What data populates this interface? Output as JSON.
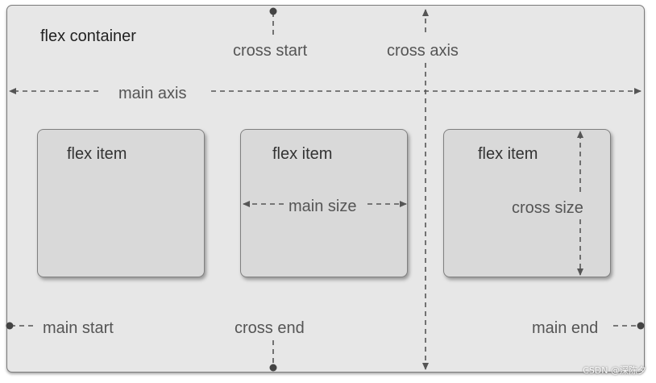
{
  "container": {
    "label": "flex container"
  },
  "axes": {
    "main_axis": "main axis",
    "cross_axis": "cross axis",
    "main_start": "main start",
    "main_end": "main end",
    "cross_start": "cross start",
    "cross_end": "cross end"
  },
  "items": [
    {
      "label": "flex item"
    },
    {
      "label": "flex item",
      "annotation": "main size"
    },
    {
      "label": "flex item",
      "annotation": "cross size"
    }
  ],
  "watermark": "CSDN @深陈夕"
}
